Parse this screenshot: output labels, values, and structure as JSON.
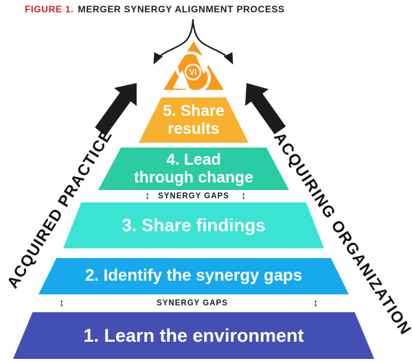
{
  "figure": {
    "label": "FIGURE 1.",
    "title": "MERGER SYNERGY ALIGNMENT PROCESS"
  },
  "pyramid": {
    "apex": {
      "icon": "sync-cycle-icon",
      "icon_label": "VI",
      "color": "#F8991D"
    },
    "levels": [
      {
        "num": 5,
        "lines": [
          "5. Share",
          "results"
        ],
        "color": "#F8B12E"
      },
      {
        "num": 4,
        "lines": [
          "4. Lead",
          "through change"
        ],
        "color": "#2BCBA4"
      },
      {
        "num": 3,
        "lines": [
          "3. Share findings"
        ],
        "color": "#3AE3D2"
      },
      {
        "num": 2,
        "lines": [
          "2. Identify the synergy gaps"
        ],
        "color": "#18A9EC"
      },
      {
        "num": 1,
        "lines": [
          "1. Learn the environment"
        ],
        "color": "#4250B4"
      }
    ]
  },
  "gaps": {
    "arrow_glyph": "↕",
    "rows": [
      {
        "text": "SYNERGY GAPS",
        "between": "levels 4 and 3"
      },
      {
        "text": "SYNERGY GAPS",
        "between": "levels 2 and 1"
      }
    ]
  },
  "side_labels": {
    "left": "ACQUIRED PRACTICE",
    "right": "ACQUIRING ORGANIZATION"
  },
  "colors": {
    "figure_label": "#D3232A",
    "title_text": "#231F20",
    "arrow_black": "#1C1C1C",
    "level_text": "#FFFFFF"
  }
}
